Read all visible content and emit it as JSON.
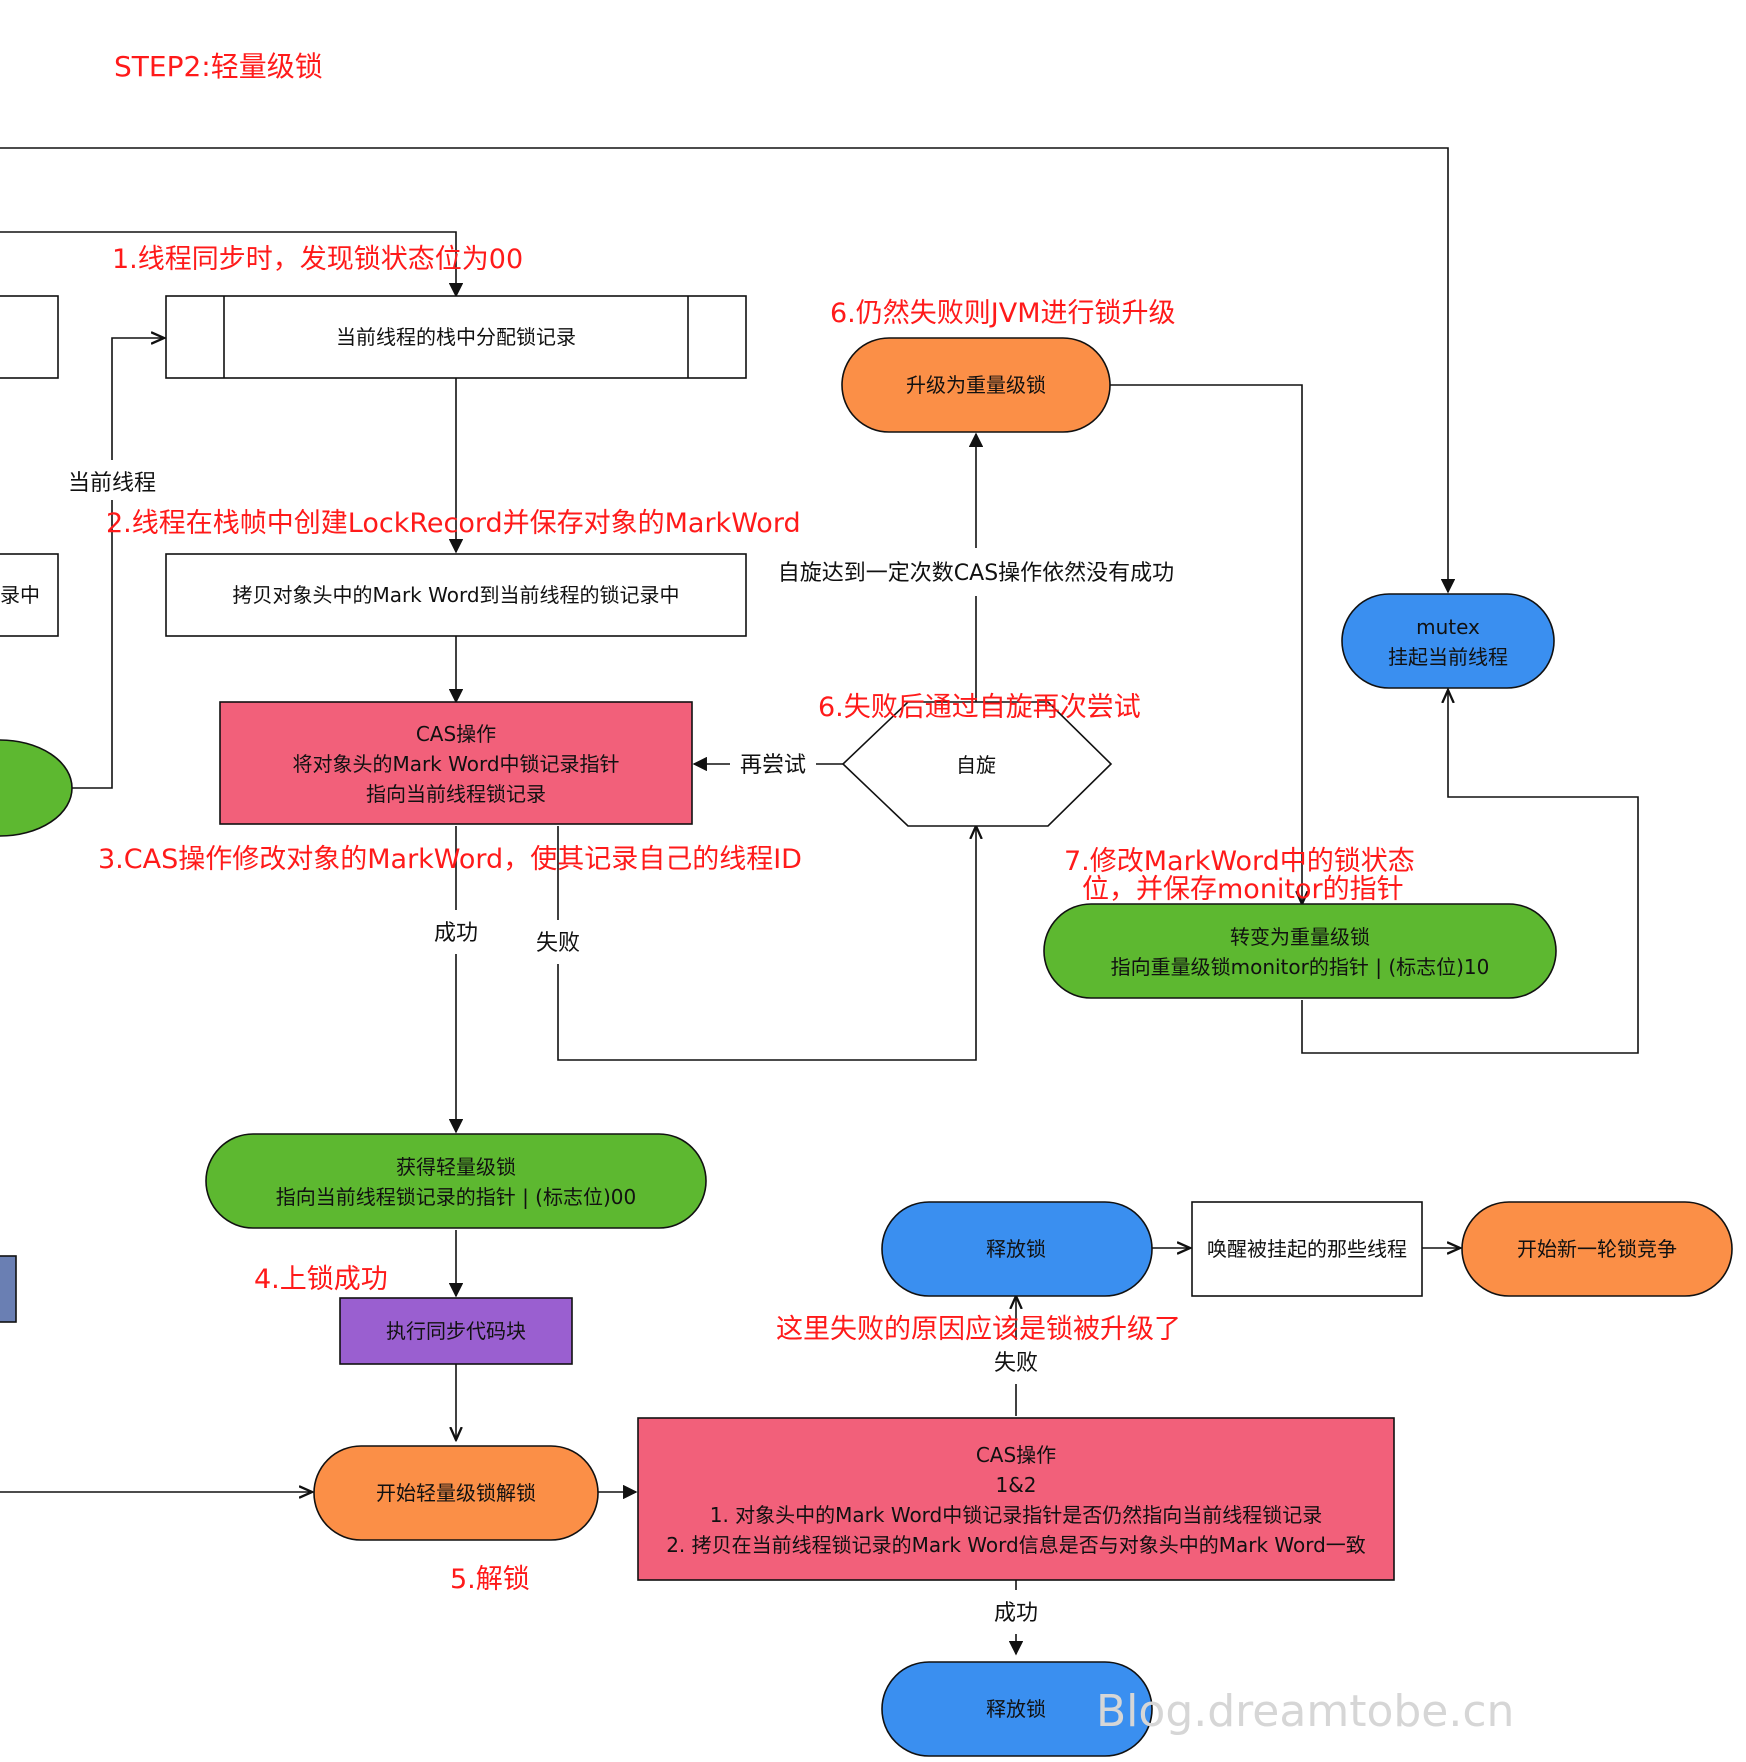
{
  "title": "STEP2:轻量级锁",
  "colors": {
    "red_annotation": "#ff1a1a",
    "green": "#5db830",
    "red_box": "#f2607a",
    "orange": "#fb8f47",
    "blue": "#3a8ff0",
    "purple": "#9a5fd0",
    "slate": "#6a7fb3"
  },
  "nodes": {
    "alloc_lock_record": "当前线程的栈中分配锁记录",
    "copy_markword": "拷贝对象头中的Mark Word到当前线程的锁记录中",
    "cas_op_line1": "CAS操作",
    "cas_op_line2": "将对象头的Mark Word中锁记录指针",
    "cas_op_line3": "指向当前线程锁记录",
    "spin": "自旋",
    "upgrade_heavy": "升级为重量级锁",
    "mutex_line1": "mutex",
    "mutex_line2": "挂起当前线程",
    "to_heavy_line1": "转变为重量级锁",
    "to_heavy_line2": "指向重量级锁monitor的指针 | (标志位)10",
    "acquired_line1": "获得轻量级锁",
    "acquired_line2": "指向当前线程锁记录的指针 | (标志位)00",
    "exec_sync": "执行同步代码块",
    "start_unlock": "开始轻量级锁解锁",
    "cas2_line1": "CAS操作",
    "cas2_line2": "1&2",
    "cas2_line3": "1. 对象头中的Mark Word中锁记录指针是否仍然指向当前线程锁记录",
    "cas2_line4": "2. 拷贝在当前线程锁记录的Mark Word信息是否与对象头中的Mark Word一致",
    "release_lock_top": "释放锁",
    "wake_threads": "唤醒被挂起的那些线程",
    "new_round": "开始新一轮锁竞争",
    "release_lock_bottom": "释放锁",
    "left_partial_text": "录中"
  },
  "edge_labels": {
    "current_thread": "当前线程",
    "retry": "再尝试",
    "spin_limit": "自旋达到一定次数CAS操作依然没有成功",
    "success1": "成功",
    "fail1": "失败",
    "fail2": "失败",
    "success2": "成功"
  },
  "annotations": {
    "a1": "1.线程同步时，发现锁状态位为00",
    "a2": "2.线程在栈帧中创建LockRecord并保存对象的MarkWord",
    "a3": "3.CAS操作修改对象的MarkWord，使其记录自己的线程ID",
    "a4": "4.上锁成功",
    "a5": "5.解锁",
    "a6a": "6.仍然失败则JVM进行锁升级",
    "a6b": "6.失败后通过自旋再次尝试",
    "a7_line1": "7.修改MarkWord中的锁状态",
    "a7_line2": "位，并保存monitor的指针",
    "fail_reason": "这里失败的原因应该是锁被升级了"
  },
  "watermark": "Blog.dreamtobe.cn"
}
